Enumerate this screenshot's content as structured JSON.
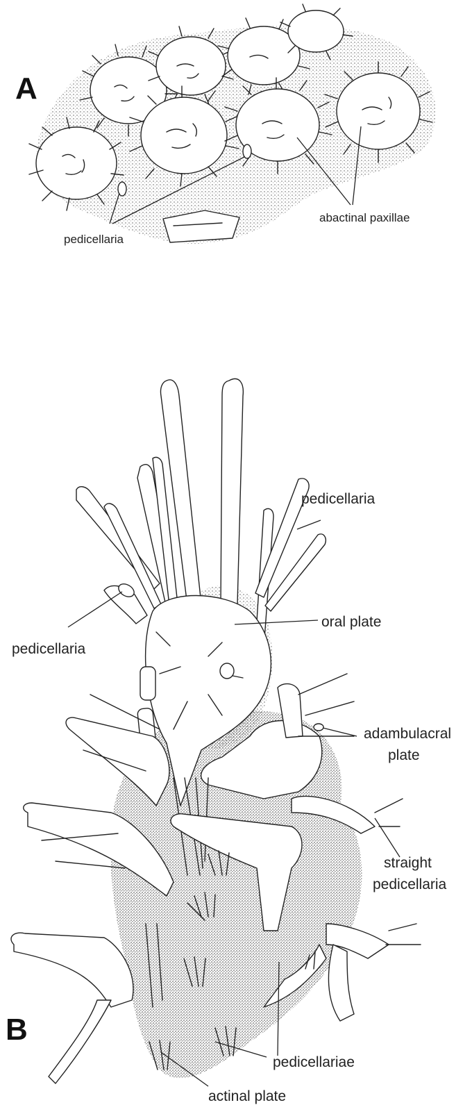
{
  "panels": [
    {
      "letter": "A",
      "labels": {
        "pedicellaria": "pedicellaria",
        "abactinal_paxillae": "abactinal paxillae"
      }
    },
    {
      "letter": "B",
      "labels": {
        "pedicellaria_top": "pedicellaria",
        "pedicellaria_left": "pedicellaria",
        "oral_plate": "oral plate",
        "adambulacral_plate_line1": "adambulacral",
        "adambulacral_plate_line2": "plate",
        "straight_pedicellaria_line1": "straight",
        "straight_pedicellaria_line2": "pedicellaria",
        "pedicellariae": "pedicellariae",
        "actinal_plate": "actinal plate"
      }
    }
  ]
}
